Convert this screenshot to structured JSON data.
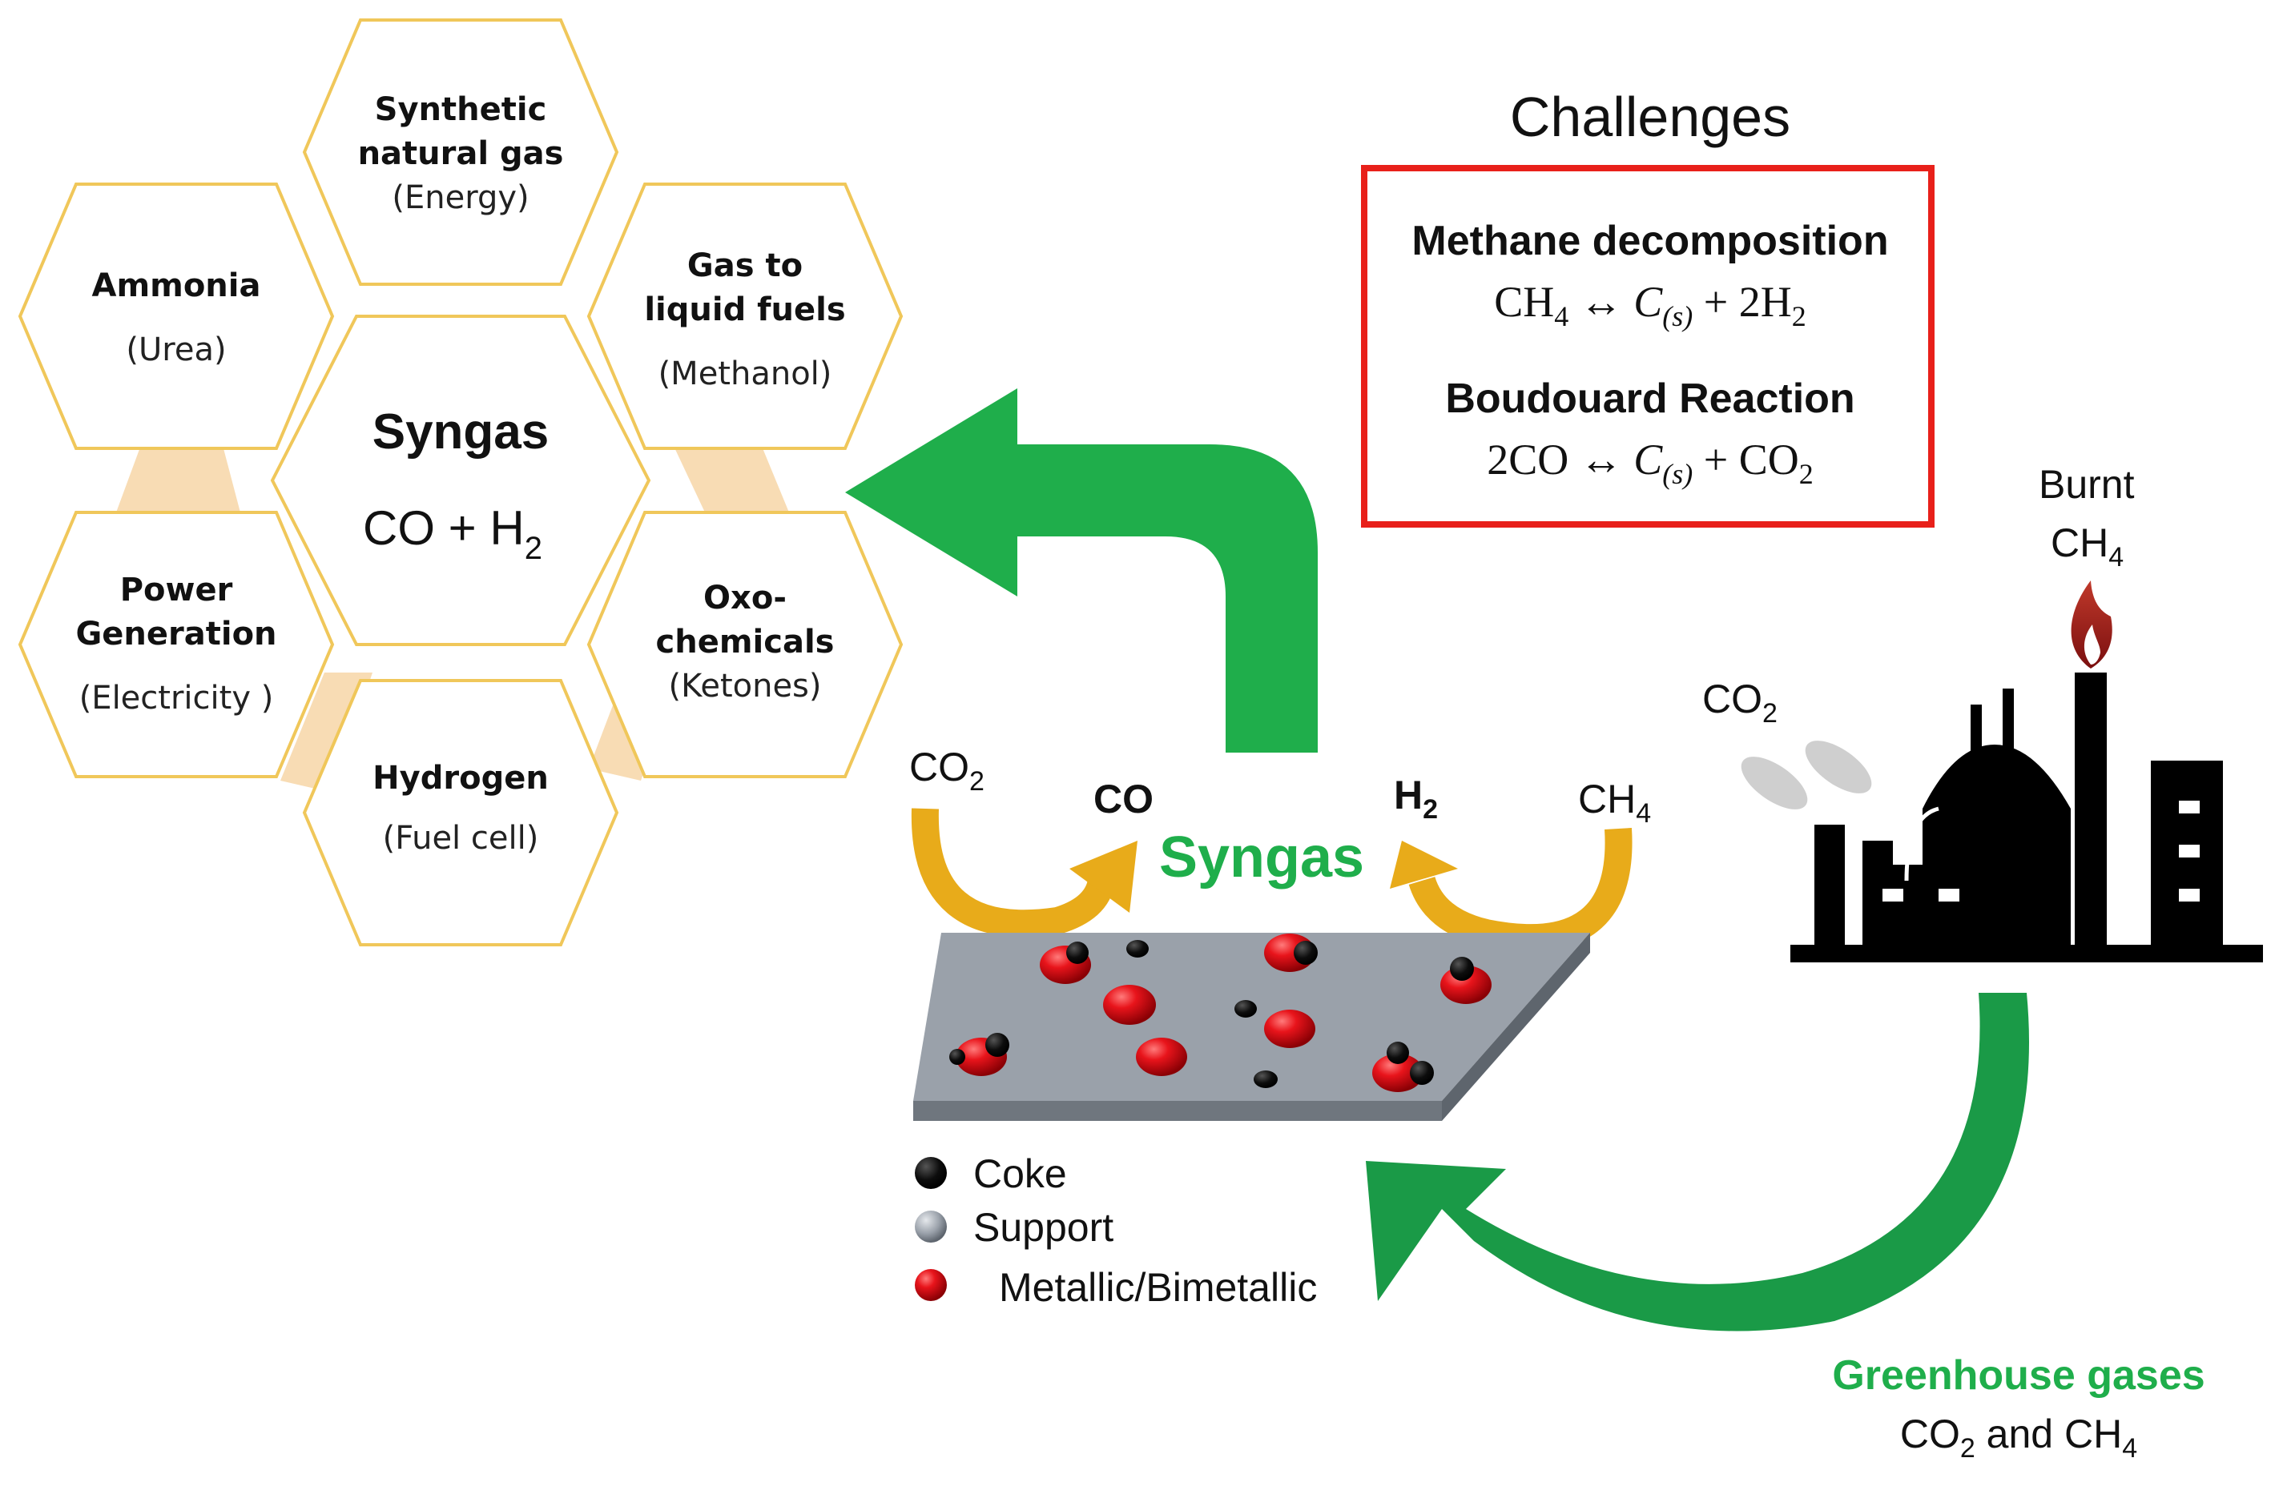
{
  "hexagons": {
    "synthetic": {
      "line1": "Synthetic",
      "line2": "natural gas",
      "sub": "(Energy)"
    },
    "ammonia": {
      "title": "Ammonia",
      "sub": "(Urea)"
    },
    "gas_liquid": {
      "line1": "Gas to",
      "line2": "liquid fuels",
      "sub": "(Methanol)"
    },
    "center": {
      "title": "Syngas",
      "formula": "CO + H",
      "formula_sub": "2"
    },
    "power": {
      "line1": "Power",
      "line2": "Generation",
      "sub": "(Electricity )"
    },
    "oxo": {
      "line1": "Oxo-",
      "line2": "chemicals",
      "sub": "(Ketones)"
    },
    "hydrogen": {
      "title": "Hydrogen",
      "sub": "(Fuel cell)"
    }
  },
  "challenges": {
    "heading": "Challenges",
    "reaction1": {
      "name": "Methane decomposition",
      "eq_left": "CH",
      "eq_left_sub": "4",
      "arrow": "↔",
      "eq_c": "C",
      "eq_c_sub": "(s)",
      "eq_plus": "+ 2H",
      "eq_right_sub": "2"
    },
    "reaction2": {
      "name": "Boudouard Reaction",
      "eq_left": "2CO",
      "arrow": "↔",
      "eq_c": "C",
      "eq_c_sub": "(s)",
      "eq_plus": "+ CO",
      "eq_right_sub": "2"
    }
  },
  "reactor": {
    "co2": "CO",
    "co2_sub": "2",
    "co": "CO",
    "h2": "H",
    "h2_sub": "2",
    "ch4": "CH",
    "ch4_sub": "4",
    "syngas": "Syngas"
  },
  "legend": {
    "coke": "Coke",
    "support": "Support",
    "metallic": "Metallic/Bimetallic"
  },
  "factory": {
    "burnt_line1": "Burnt",
    "burnt_line2": "CH",
    "burnt_sub": "4",
    "co2": "CO",
    "co2_sub": "2"
  },
  "greenhouse": {
    "title": "Greenhouse gases",
    "line2_a": "CO",
    "line2_sub1": "2",
    "line2_b": " and CH",
    "line2_sub2": "4"
  },
  "colors": {
    "hex_border": "#f0c75a",
    "hex_link": "#f8dcb4",
    "green_arrow": "#1fae4b",
    "dark_green": "#168a3e",
    "gold_arrow": "#e8ab1a",
    "red_box": "#e8201a",
    "support_plate": "#8c949e",
    "metal": "#e0141b",
    "coke": "#111111"
  }
}
